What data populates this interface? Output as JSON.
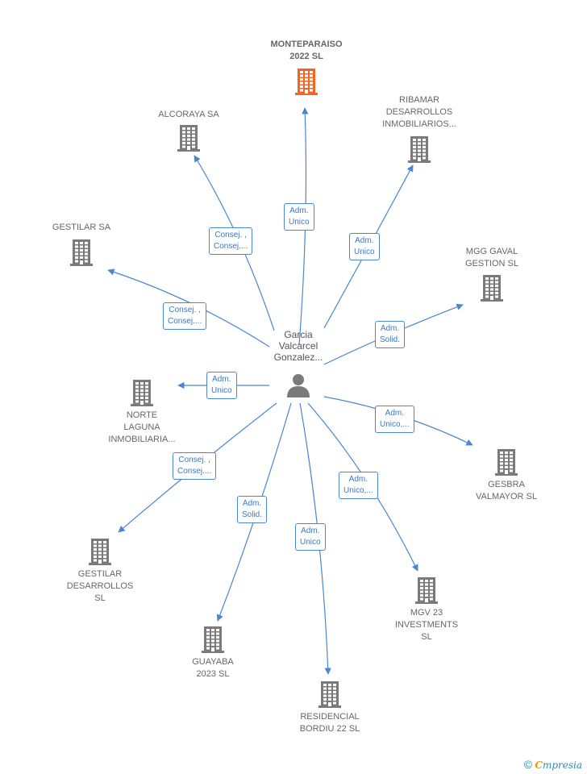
{
  "colors": {
    "edge": "#4a86d4",
    "building": "#7a7a7a",
    "building_main": "#f26522",
    "person": "#7a7a7a"
  },
  "center": {
    "name": "Garcia\nValcarcel\nGonzalez..."
  },
  "companies": [
    {
      "id": "monteparaiso",
      "name": "MONTEPARAISO\n2022  SL",
      "main": true,
      "role": "Adm.\nUnico"
    },
    {
      "id": "alcoraya",
      "name": "ALCORAYA SA",
      "role": "Consej. ,\nConsej...."
    },
    {
      "id": "ribamar",
      "name": "RIBAMAR\nDESARROLLOS\nINMOBILIARIOS...",
      "role": "Adm.\nUnico"
    },
    {
      "id": "gestilar",
      "name": "GESTILAR SA",
      "role": "Consej. ,\nConsej...."
    },
    {
      "id": "mgg",
      "name": "MGG GAVAL\nGESTION  SL",
      "role": "Adm.\nSolid."
    },
    {
      "id": "norte",
      "name": "NORTE\nLAGUNA\nINMOBILIARIA...",
      "role": "Adm.\nUnico"
    },
    {
      "id": "gesbra",
      "name": "GESBRA\nVALMAYOR  SL",
      "role": "Adm.\nUnico,..."
    },
    {
      "id": "gestilar-des",
      "name": "GESTILAR\nDESARROLLOS\nSL",
      "role": "Consej. ,\nConsej...."
    },
    {
      "id": "mgv",
      "name": "MGV 23\nINVESTMENTS\nSL",
      "role": "Adm.\nUnico,..."
    },
    {
      "id": "guayaba",
      "name": "GUAYABA\n2023  SL",
      "role": "Adm.\nSolid."
    },
    {
      "id": "residencial",
      "name": "RESIDENCIAL\nBORDIU 22  SL",
      "role": "Adm.\nUnico"
    }
  ],
  "footer": {
    "copyright": "©",
    "brand_first": "C",
    "brand_rest": "mpresia"
  }
}
